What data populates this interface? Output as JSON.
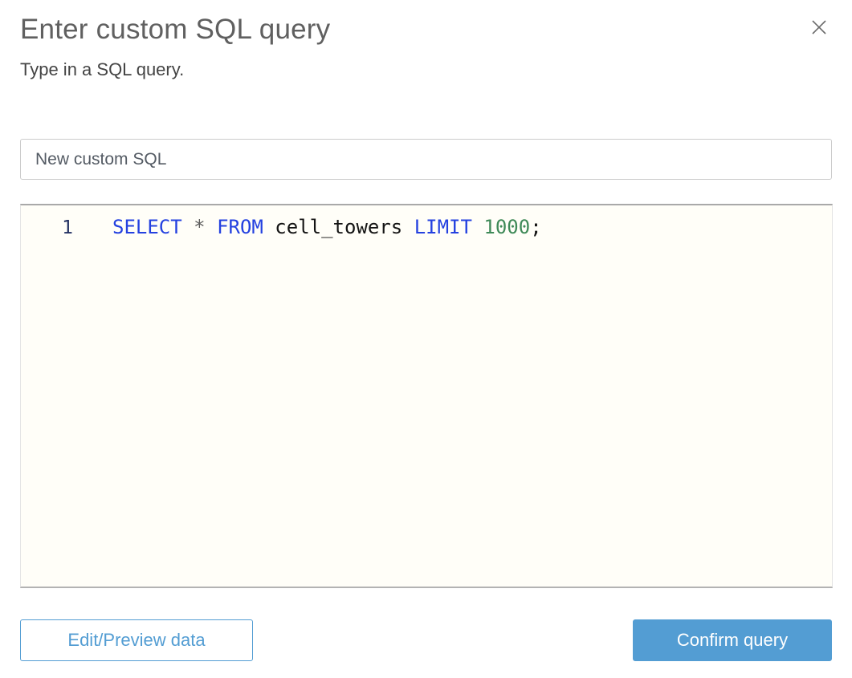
{
  "dialog": {
    "title": "Enter custom SQL query",
    "subtitle": "Type in a SQL query.",
    "close_icon": "x-icon"
  },
  "name_input": {
    "value": "New custom SQL"
  },
  "editor": {
    "full_query": "SELECT * FROM cell_towers LIMIT 1000;",
    "lines": [
      {
        "number": "1",
        "tokens": [
          {
            "type": "keyword",
            "text": "SELECT"
          },
          {
            "type": "plain",
            "text": " "
          },
          {
            "type": "operator",
            "text": "*"
          },
          {
            "type": "plain",
            "text": " "
          },
          {
            "type": "keyword",
            "text": "FROM"
          },
          {
            "type": "plain",
            "text": " cell_towers "
          },
          {
            "type": "keyword",
            "text": "LIMIT"
          },
          {
            "type": "plain",
            "text": " "
          },
          {
            "type": "number",
            "text": "1000"
          },
          {
            "type": "plain",
            "text": ";"
          }
        ]
      }
    ]
  },
  "footer": {
    "edit_preview_label": "Edit/Preview data",
    "confirm_label": "Confirm query"
  },
  "colors": {
    "accent-blue": "#539dd3",
    "keyword": "#2441e0",
    "number-literal": "#3f8a58",
    "code-plain": "#141414",
    "operator": "#5c5c5c",
    "gutter-number": "#243263",
    "editor-bg": "#fffef8",
    "title-gray": "#606060",
    "subtitle-gray": "#444444"
  }
}
